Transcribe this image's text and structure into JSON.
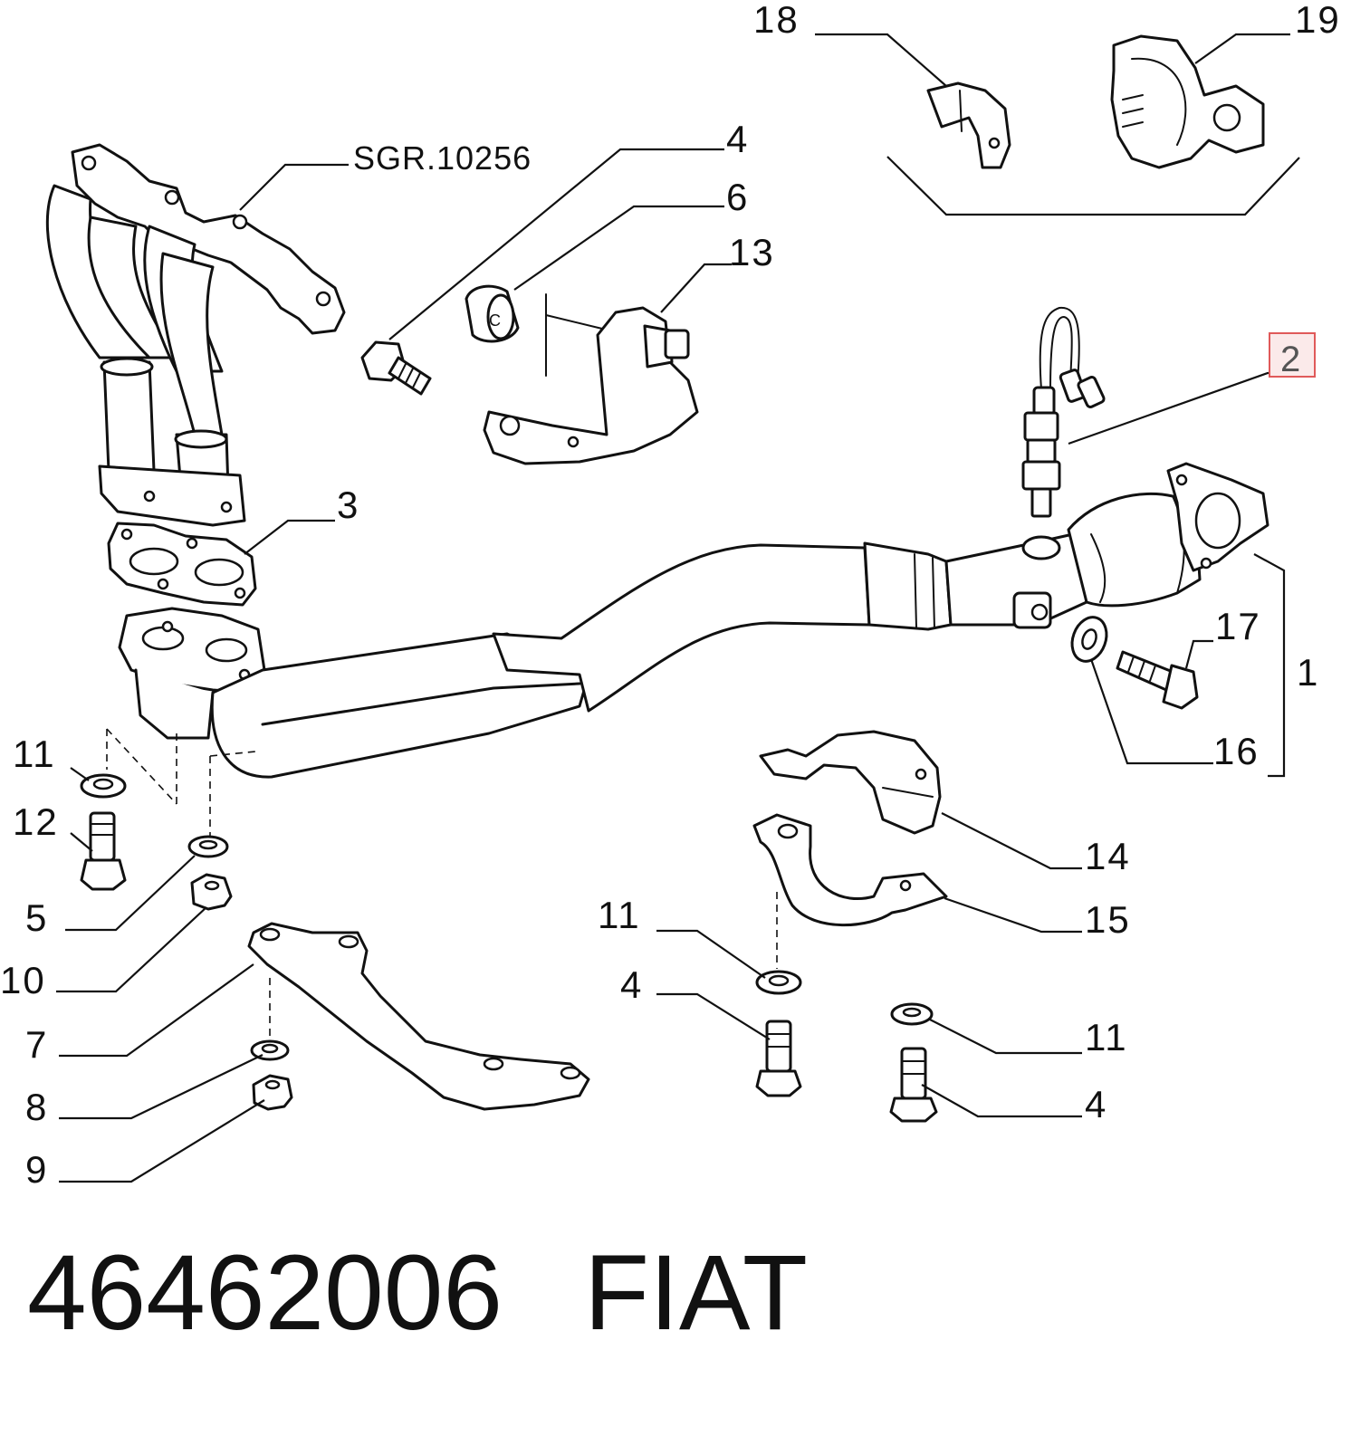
{
  "diagram": {
    "reference": "SGR.10256",
    "highlighted_callout": "2",
    "callouts": {
      "c18": "18",
      "c19": "19",
      "c4_top": "4",
      "c6": "6",
      "c13": "13",
      "c2": "2",
      "c3": "3",
      "c1": "1",
      "c17": "17",
      "c16": "16",
      "c11_left": "11",
      "c12": "12",
      "c5": "5",
      "c10": "10",
      "c7": "7",
      "c8": "8",
      "c9": "9",
      "c14": "14",
      "c15": "15",
      "c11_mid": "11",
      "c4_mid": "4",
      "c11_right": "11",
      "c4_right": "4"
    },
    "colors": {
      "line": "#111111",
      "highlight_border": "#e05a5a",
      "highlight_fill": "#fbeaea"
    }
  },
  "footer": {
    "part_number": "46462006",
    "brand": "FIAT"
  }
}
